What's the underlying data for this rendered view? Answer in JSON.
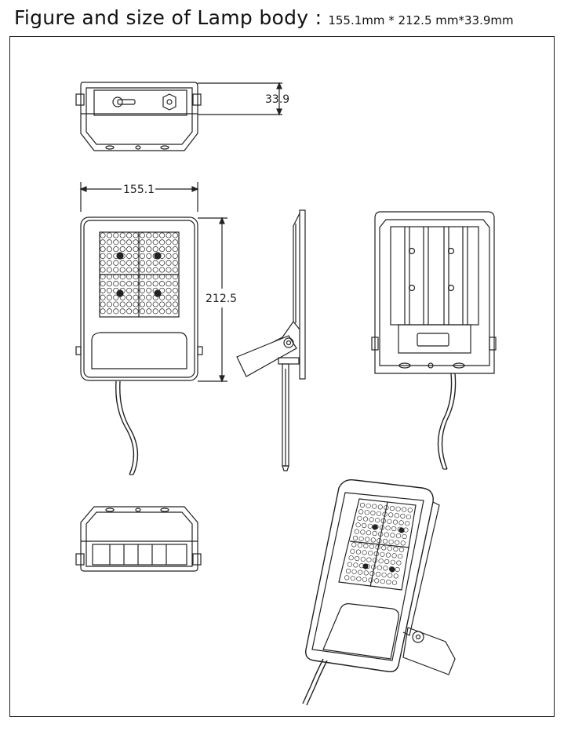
{
  "title": {
    "main": "Figure and size of Lamp body :",
    "dims": "155.1mm * 212.5 mm*33.9mm"
  },
  "dimensions": {
    "depth": "33.9",
    "width": "155.1",
    "height": "212.5"
  }
}
